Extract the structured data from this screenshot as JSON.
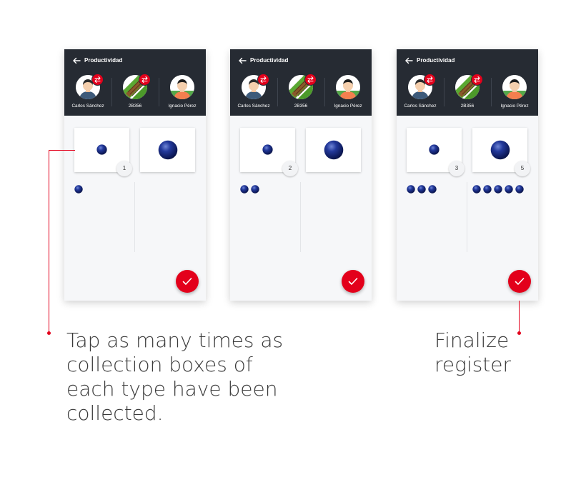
{
  "screens": [
    {
      "title": "Productividad",
      "members": [
        {
          "name": "Carlos Sánchez"
        },
        {
          "name": "2B356"
        },
        {
          "name": "Ignacio Pérez"
        }
      ],
      "small_count": "1",
      "small_tally": 1,
      "big_tally": 0
    },
    {
      "title": "Productividad",
      "members": [
        {
          "name": "Carlos Sánchez"
        },
        {
          "name": "2B356"
        },
        {
          "name": "Ignacio Pérez"
        }
      ],
      "small_count": "2",
      "small_tally": 2,
      "big_tally": 0
    },
    {
      "title": "Productividad",
      "members": [
        {
          "name": "Carlos Sánchez"
        },
        {
          "name": "2B356"
        },
        {
          "name": "Ignacio Pérez"
        }
      ],
      "small_count": "3",
      "big_count": "5",
      "small_tally": 3,
      "big_tally": 5
    }
  ],
  "captions": {
    "left": "Tap as many times as collection boxes of each type have been collected.",
    "right": "Finalize register"
  },
  "colors": {
    "accent": "#e3001b",
    "header": "#262b33",
    "berry": "#1a2a6e"
  },
  "icons": {
    "back": "arrow-left-icon",
    "swap": "swap-arrows-icon",
    "confirm": "checkmark-icon",
    "item": "blueberry-icon"
  }
}
